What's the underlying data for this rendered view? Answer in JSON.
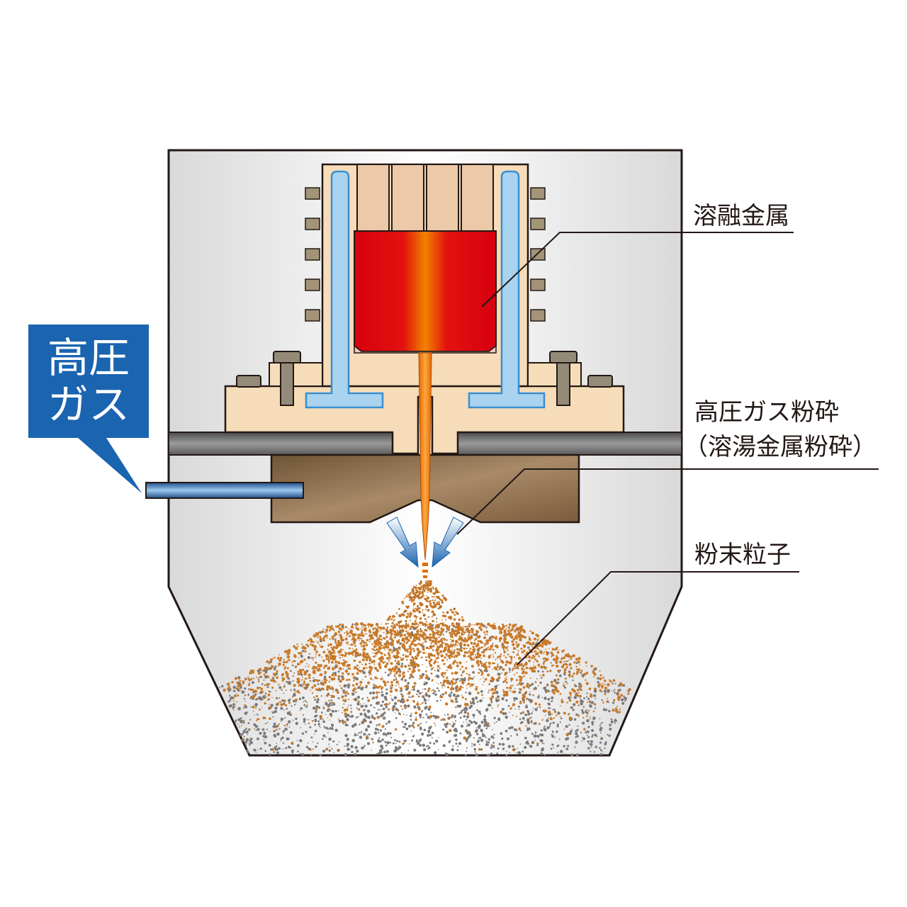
{
  "labels": {
    "molten_metal": "溶融金属",
    "gas_atomization_line1": "高圧ガス粉砕",
    "gas_atomization_line2": "（溶湯金属粉砕）",
    "powder_particles": "粉末粒子"
  },
  "callout": {
    "line1": "高圧",
    "line2": "ガス"
  },
  "colors": {
    "callout_blue": "#1a64b0",
    "molten_red": "#d7000f",
    "molten_orange": "#f08300",
    "cooling_blue": "#a9d3ef",
    "block_beige": "#f6dcb8",
    "coil_tan": "#ecc9a8",
    "nozzle_brown": "#8c6d4c",
    "plate_grey": "#6e6e6e",
    "chamber_grey": "#e6e6e6",
    "powder_orange": "#c97a2a",
    "powder_grey": "#7a7a7a"
  }
}
